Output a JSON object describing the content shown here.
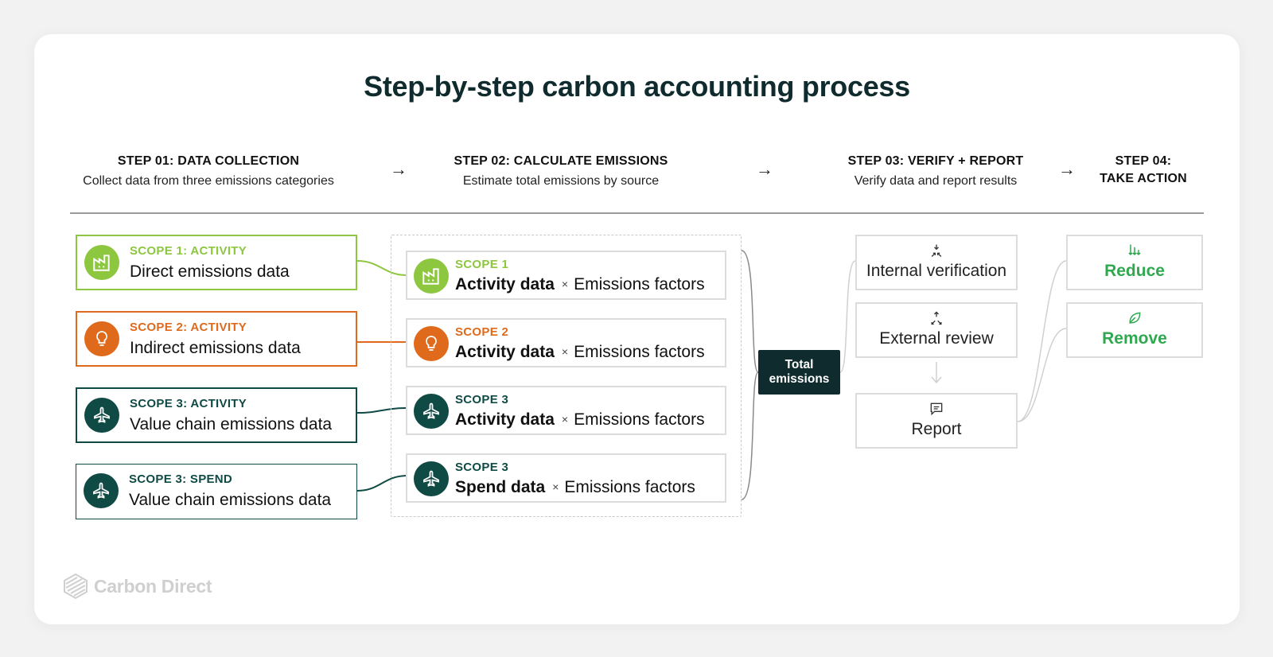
{
  "title": "Step-by-step carbon accounting process",
  "steps": [
    {
      "head": "STEP 01: DATA COLLECTION",
      "sub": "Collect data from three emissions categories"
    },
    {
      "head": "STEP 02: CALCULATE EMISSIONS",
      "sub": "Estimate total emissions by source"
    },
    {
      "head": "STEP 03: VERIFY + REPORT",
      "sub": "Verify data and report results"
    },
    {
      "head_line1": "STEP 04:",
      "head_line2": "TAKE ACTION"
    }
  ],
  "arrow_glyph": "→",
  "sources": [
    {
      "label": "SCOPE 1: ACTIVITY",
      "text": "Direct emissions data",
      "color": "#8dc63f",
      "icon": "factory-icon"
    },
    {
      "label": "SCOPE 2: ACTIVITY",
      "text": "Indirect emissions data",
      "color": "#e06a1b",
      "icon": "lightbulb-icon"
    },
    {
      "label": "SCOPE 3: ACTIVITY",
      "text": "Value chain emissions data",
      "color": "#0f4a45",
      "icon": "airplane-icon"
    },
    {
      "label": "SCOPE 3: SPEND",
      "text": "Value chain emissions data",
      "color": "#0f4a45",
      "icon": "airplane-icon"
    }
  ],
  "calculations": [
    {
      "label": "SCOPE 1",
      "data": "Activity data",
      "times": "×",
      "factor": "Emissions factors",
      "color": "#8dc63f",
      "icon": "factory-icon"
    },
    {
      "label": "SCOPE 2",
      "data": "Activity data",
      "times": "×",
      "factor": "Emissions factors",
      "color": "#e06a1b",
      "icon": "lightbulb-icon"
    },
    {
      "label": "SCOPE 3",
      "data": "Activity data",
      "times": "×",
      "factor": "Emissions factors",
      "color": "#0f4a45",
      "icon": "airplane-icon"
    },
    {
      "label": "SCOPE 3",
      "data": "Spend data",
      "times": "×",
      "factor": "Emissions factors",
      "color": "#0f4a45",
      "icon": "airplane-icon"
    }
  ],
  "total": {
    "line1": "Total",
    "line2": "emissions"
  },
  "verify": [
    {
      "text": "Internal verification",
      "icon": "converge-arrows-icon"
    },
    {
      "text": "External review",
      "icon": "expand-arrows-icon"
    },
    {
      "text": "Report",
      "icon": "message-icon"
    }
  ],
  "actions": [
    {
      "text": "Reduce",
      "icon": "down-arrows-icon"
    },
    {
      "text": "Remove",
      "icon": "leaf-icon"
    }
  ],
  "brand": {
    "name": "Carbon Direct"
  },
  "colors": {
    "dark": "#0f2b2e",
    "green": "#8dc63f",
    "orange": "#e06a1b",
    "teal": "#0f4a45",
    "action_green": "#2fa84f"
  }
}
